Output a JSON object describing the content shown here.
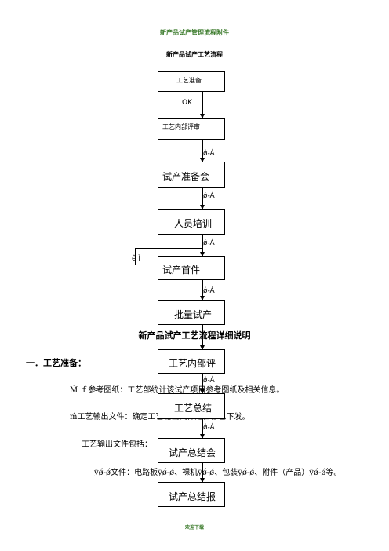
{
  "document": {
    "header": "新产品试产管理流程附件",
    "flow_title": "新产品试产工艺流程",
    "steps": [
      "工艺准备",
      "工艺内部评审",
      "试产准备会",
      "人员培训",
      "试产首件",
      "批量试产",
      "工艺内部评",
      "工艺总结",
      "试产总结会",
      "试产总结报"
    ],
    "flow_labels": {
      "ok": "OK",
      "connector1": "ǿ-Á",
      "connector2": "ǿ-Á",
      "connector3": "ǿ-Á",
      "connector4": "ǿ-Á",
      "connector5": "ǿ-Á",
      "connector6": "ǿ-Á",
      "loop": "ê Î"
    },
    "section_title": "新产品试产工艺流程详细说明",
    "section1_heading": "一．工艺准备：",
    "items": [
      "Ḿ ｆ参考图纸：工艺部统计该试产项目参考图纸及相关信息。",
      "ḿ工艺输出文件：确定工艺输出文件是否都已下发。",
      "工艺输出文件包括：",
      "ȳǿ-ǿ文件：电路板ȳǿ-ǿ、裸机ȳǿ-ǿ、包装ȳǿ-ǿ、附件（产品）ȳǿ-ǿ等。"
    ],
    "footer": "欢迎下载"
  }
}
